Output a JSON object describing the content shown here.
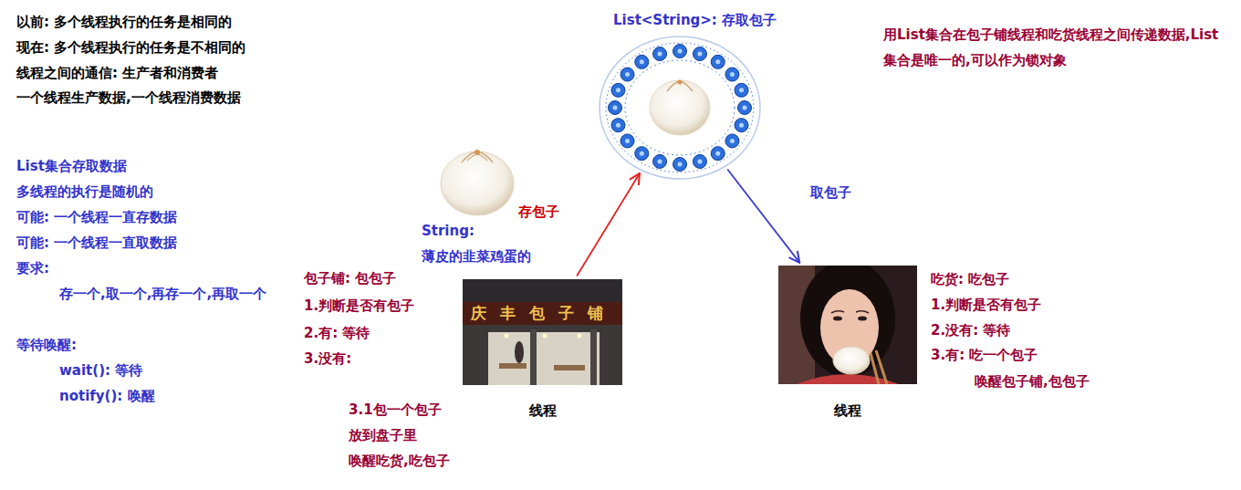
{
  "diagram": {
    "nodes": [
      {
        "text": [
          "List<String>: 存取包子"
        ]
      },
      {
        "text": [
          "线程"
        ]
      },
      {
        "text": [
          "线程"
        ]
      }
    ],
    "edges": [
      {
        "from": 1,
        "to": 0,
        "arrow": "to",
        "label": "存包子"
      },
      {
        "from": 0,
        "to": 2,
        "arrow": "to",
        "label": "取包子"
      }
    ],
    "labels": [
      "以前: 多个线程执行的任务是相同的",
      "现在: 多个线程执行的任务是不相同的",
      "线程之间的通信: 生产者和消费者",
      "一个线程生产数据,一个线程消费数据",
      "List集合存取数据",
      "多线程的执行是随机的",
      "可能: 一个线程一直存数据",
      "可能: 一个线程一直取数据",
      "要求:",
      "存一个,取一个,再存一个,再取一个",
      "等待唤醒:",
      "wait(): 等待",
      "notify(): 唤醒",
      "用List集合在包子铺线程和吃货线程之间传递数据,List集合是唯一的,可以作为锁对象",
      "String:",
      "薄皮的韭菜鸡蛋的",
      "包子铺: 包包子",
      "1.判断是否有包子",
      "2.有: 等待",
      "3.没有:",
      "3.1包一个包子",
      "放到盘子里",
      "唤醒吃货,吃包子",
      "吃货: 吃包子",
      "1.判断是否有包子",
      "2.没有: 等待",
      "3.有: 吃一个包子",
      "唤醒包子铺,包包子",
      "庆丰包子铺"
    ]
  }
}
